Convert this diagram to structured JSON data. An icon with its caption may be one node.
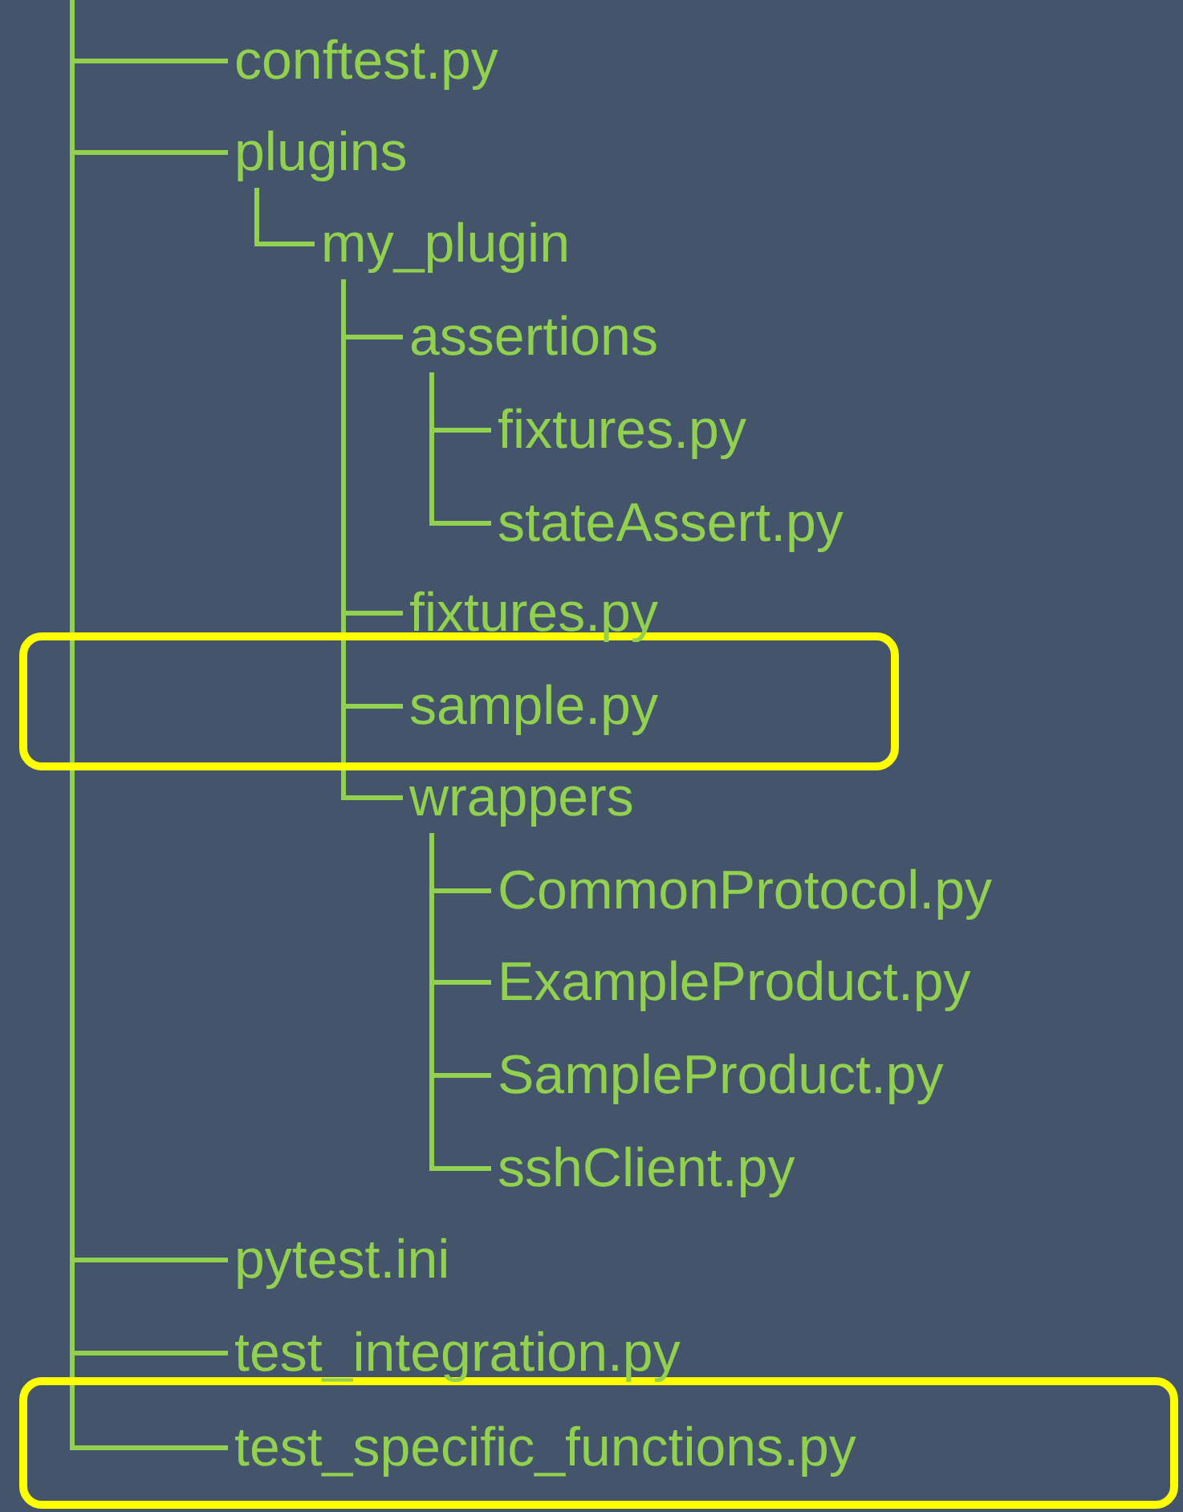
{
  "diagram": {
    "nodes": [
      {
        "text": [
          "conftest.py"
        ]
      },
      {
        "text": [
          "plugins"
        ]
      },
      {
        "text": [
          "my_plugin"
        ]
      },
      {
        "text": [
          "assertions"
        ]
      },
      {
        "text": [
          "fixtures.py"
        ]
      },
      {
        "text": [
          "stateAssert.py"
        ]
      },
      {
        "text": [
          "fixtures.py"
        ]
      },
      {
        "text": [
          "sample.py"
        ]
      },
      {
        "text": [
          "wrappers"
        ]
      },
      {
        "text": [
          "CommonProtocol.py"
        ]
      },
      {
        "text": [
          "ExampleProduct.py"
        ]
      },
      {
        "text": [
          "SampleProduct.py"
        ]
      },
      {
        "text": [
          "sshClient.py"
        ]
      },
      {
        "text": [
          "pytest.ini"
        ]
      },
      {
        "text": [
          "test_integration.py"
        ]
      },
      {
        "text": [
          "test_specific_functions.py"
        ]
      }
    ],
    "edges": [
      {
        "from": null,
        "to": 0,
        "arrow": "none"
      },
      {
        "from": null,
        "to": 1,
        "arrow": "none"
      },
      {
        "from": 1,
        "to": 2,
        "arrow": "none"
      },
      {
        "from": 2,
        "to": 3,
        "arrow": "none"
      },
      {
        "from": 3,
        "to": 4,
        "arrow": "none"
      },
      {
        "from": 3,
        "to": 5,
        "arrow": "none"
      },
      {
        "from": 2,
        "to": 6,
        "arrow": "none"
      },
      {
        "from": 2,
        "to": 7,
        "arrow": "none"
      },
      {
        "from": 2,
        "to": 8,
        "arrow": "none"
      },
      {
        "from": 8,
        "to": 9,
        "arrow": "none"
      },
      {
        "from": 8,
        "to": 10,
        "arrow": "none"
      },
      {
        "from": 8,
        "to": 11,
        "arrow": "none"
      },
      {
        "from": 8,
        "to": 12,
        "arrow": "none"
      },
      {
        "from": null,
        "to": 13,
        "arrow": "none"
      },
      {
        "from": null,
        "to": 14,
        "arrow": "none"
      },
      {
        "from": null,
        "to": 15,
        "arrow": "none"
      }
    ]
  }
}
